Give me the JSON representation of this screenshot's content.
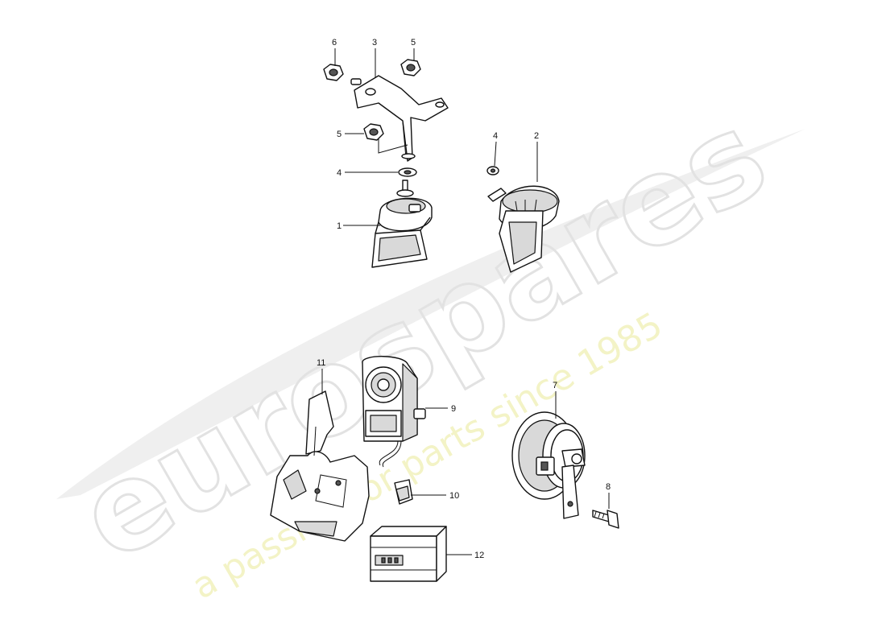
{
  "watermark": {
    "brand": "eurospares",
    "tagline": "a passion for parts since 1985",
    "brand_color": "#e6e6e6",
    "tagline_color": "#f2f2c4"
  },
  "callouts": {
    "c1": "1",
    "c2": "2",
    "c3": "3",
    "c4a": "4",
    "c4b": "4",
    "c5a": "5",
    "c5b": "5",
    "c6": "6",
    "c7": "7",
    "c8": "8",
    "c9": "9",
    "c10": "10",
    "c11": "11",
    "c12": "12"
  },
  "parts": {
    "horn_left": "horn-icon",
    "horn_right": "horn-icon",
    "bracket": "bracket-icon",
    "siren": "siren-icon",
    "round_horn": "round-horn-icon",
    "control_unit": "control-unit-icon",
    "mounting_plate": "mounting-plate-icon",
    "clip": "clip-icon",
    "bolt": "bolt-icon",
    "nuts": "nut-icon",
    "washers": "washer-icon"
  }
}
